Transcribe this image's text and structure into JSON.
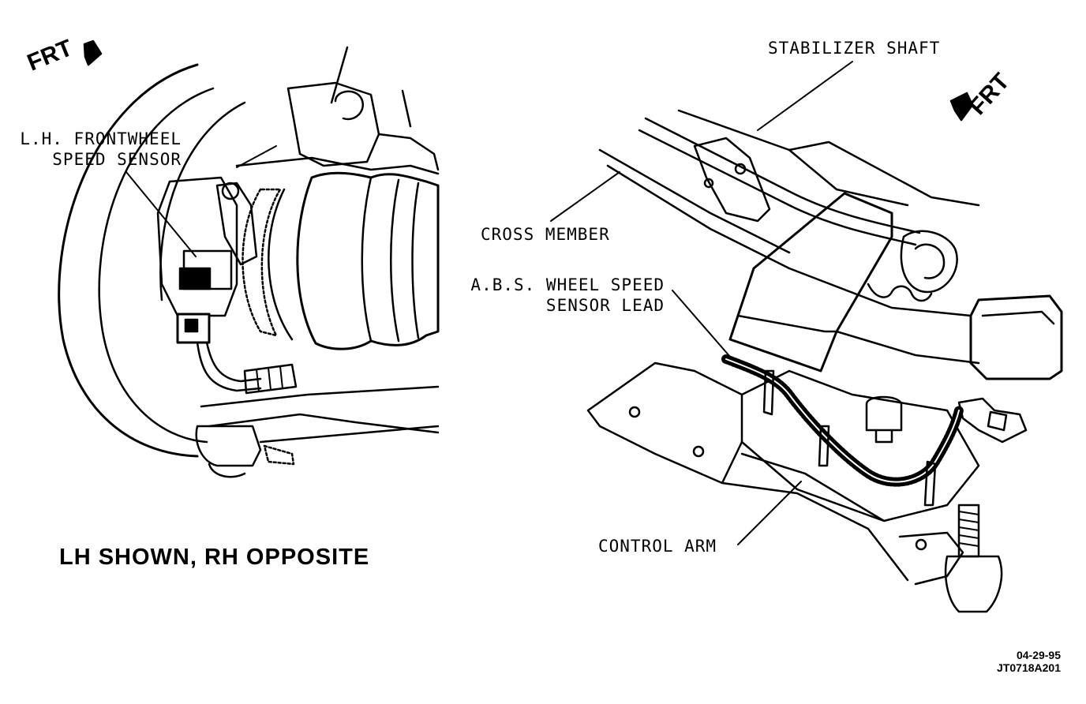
{
  "labels": {
    "lh_sensor_line1": "L.H. FRONTWHEEL",
    "lh_sensor_line2": "SPEED SENSOR",
    "stabilizer_shaft": "STABILIZER SHAFT",
    "cross_member": "CROSS MEMBER",
    "abs_lead_line1": "A.B.S. WHEEL SPEED",
    "abs_lead_line2": "SENSOR LEAD",
    "control_arm": "CONTROL ARM",
    "frt_left": "FRT",
    "frt_right": "FRT"
  },
  "caption": "LH SHOWN, RH OPPOSITE",
  "reference": {
    "date": "04-29-95",
    "code": "JT0718A201"
  }
}
